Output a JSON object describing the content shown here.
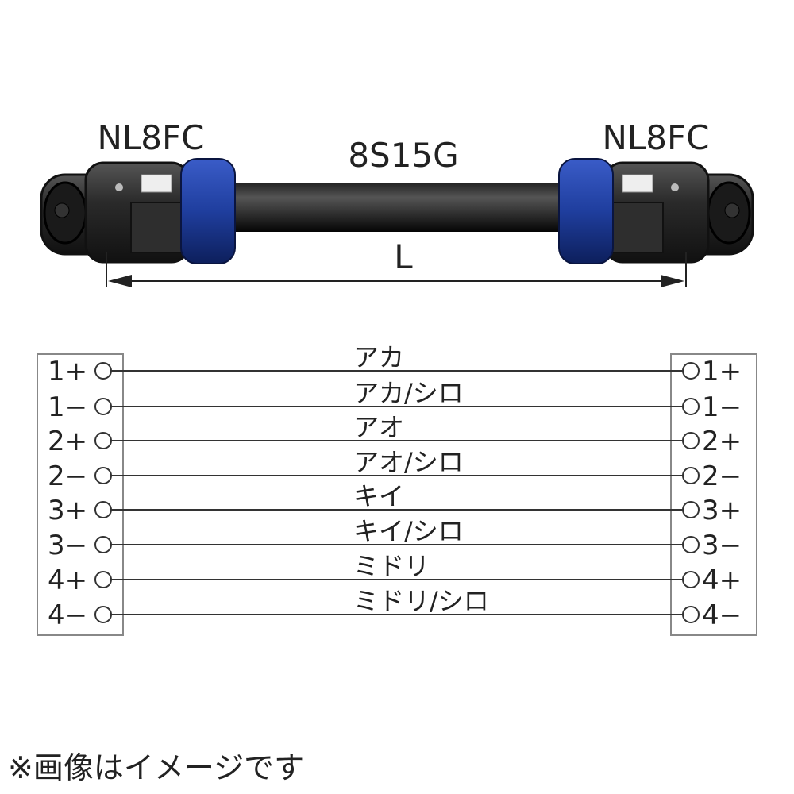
{
  "header": {
    "left_connector": "NL8FC",
    "cable": "8S15G",
    "right_connector": "NL8FC",
    "length_label": "L"
  },
  "wiring": [
    {
      "left_pin": "1+",
      "color": "アカ",
      "right_pin": "1+"
    },
    {
      "left_pin": "1−",
      "color": "アカ/シロ",
      "right_pin": "1−"
    },
    {
      "left_pin": "2+",
      "color": "アオ",
      "right_pin": "2+"
    },
    {
      "left_pin": "2−",
      "color": "アオ/シロ",
      "right_pin": "2−"
    },
    {
      "left_pin": "3+",
      "color": "キイ",
      "right_pin": "3+"
    },
    {
      "left_pin": "3−",
      "color": "キイ/シロ",
      "right_pin": "3−"
    },
    {
      "left_pin": "4+",
      "color": "ミドリ",
      "right_pin": "4+"
    },
    {
      "left_pin": "4−",
      "color": "ミドリ/シロ",
      "right_pin": "4−"
    }
  ],
  "footnote": "※画像はイメージです",
  "colors": {
    "connector_ring": "#1f3e9e",
    "connector_body": "#2a2a2a",
    "line": "#333333"
  }
}
